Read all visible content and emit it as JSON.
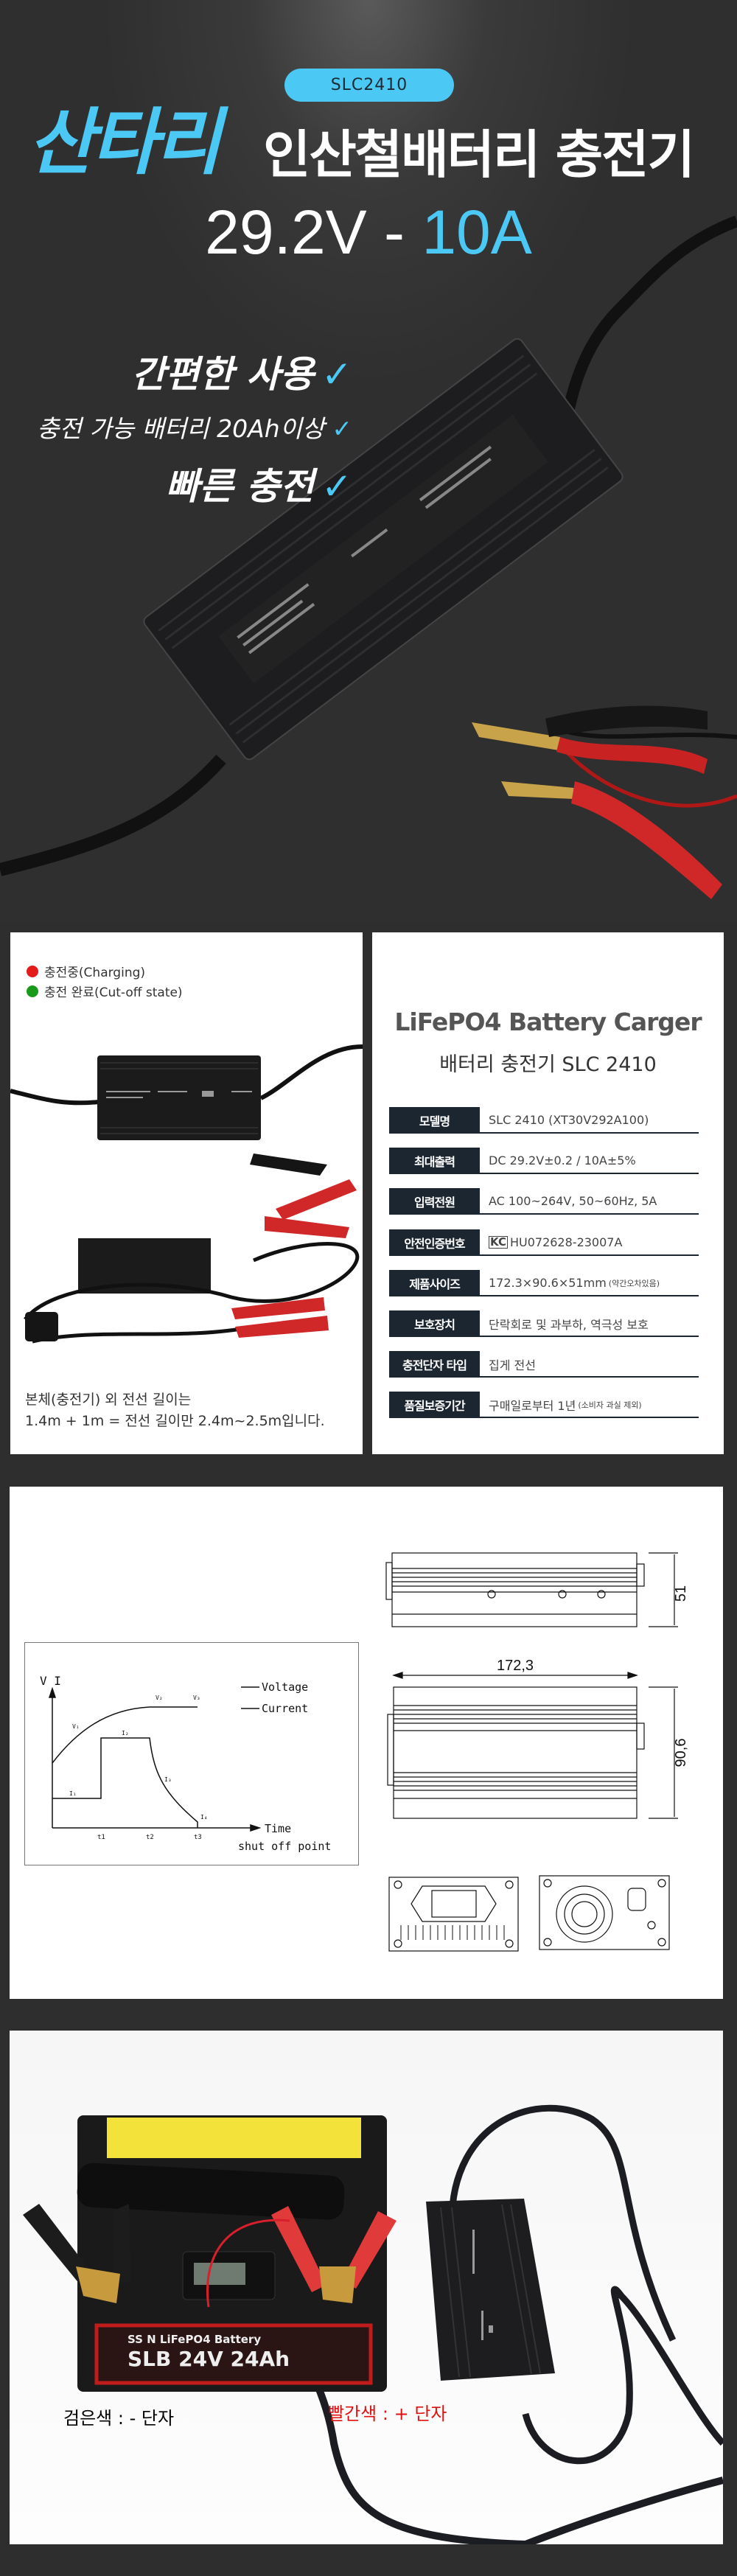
{
  "hero": {
    "model_badge": "SLC2410",
    "brand": "산타리",
    "title": "인산철배터리 충전기",
    "voltage": "29.2V",
    "separator": " - ",
    "current": "10A",
    "features": [
      {
        "text": "간편한 사용",
        "icon": "check-icon"
      },
      {
        "text": "충전 가능 배터리 20Ah이상",
        "icon": "check-icon"
      },
      {
        "text": "빠른 충전",
        "icon": "check-icon"
      }
    ],
    "check_glyph": "✓",
    "accent_color": "#4cc8f5"
  },
  "indicator_legend": [
    {
      "label": "충전중(Charging)",
      "color": "#e31b1b"
    },
    {
      "label": "충전 완료(Cut-off state)",
      "color": "#1a9a1a"
    }
  ],
  "cable_note": [
    "본체(충전기) 외 전선 길이는",
    "1.4m + 1m = 전선 길이만 2.4m~2.5m입니다."
  ],
  "specs": {
    "title": "LiFePO4 Battery Carger",
    "subtitle": "배터리 충전기 SLC 2410",
    "rows": [
      {
        "label": "모델명",
        "value": "SLC 2410 (XT30V292A100)"
      },
      {
        "label": "최대출력",
        "value": "DC 29.2V±0.2  / 10A±5%"
      },
      {
        "label": "입력전원",
        "value": "AC 100~264V, 50~60Hz, 5A"
      },
      {
        "label": "안전인증번호",
        "value": "HU072628-23007A",
        "badge": "KC"
      },
      {
        "label": "제품사이즈",
        "value": "172.3×90.6×51mm",
        "note": "(약간오차있음)"
      },
      {
        "label": "보호장치",
        "value": "단락회로 및 과부하, 역극성 보호"
      },
      {
        "label": "충전단자 타입",
        "value": "집게 전선"
      },
      {
        "label": "품질보증기간",
        "value": "구매일로부터 1년",
        "note": "(소비자 과실 제외)"
      }
    ]
  },
  "charge_curve": {
    "axis_label": "V  I",
    "legend": [
      "Voltage",
      "Current"
    ],
    "x_label": "Time",
    "shutoff": "shut off point",
    "ticks": [
      "t1",
      "t2",
      "t3"
    ],
    "points": {
      "v1": "V₁",
      "v2": "V₂",
      "v3": "V₃",
      "i1": "I₁",
      "i2": "I₂",
      "i3": "I₃",
      "i4": "I₄"
    }
  },
  "dimensions": {
    "width": "172,3",
    "depth": "90,6",
    "height": "51"
  },
  "terminal_labels": {
    "negative": "검은색 : - 단자",
    "positive": "빨간색 : + 단자",
    "negative_color": "#222222",
    "positive_color": "#e01010"
  },
  "battery_label": {
    "brand": "SS N LiFePO4 Battery",
    "model": "SLB 24V 24Ah"
  }
}
